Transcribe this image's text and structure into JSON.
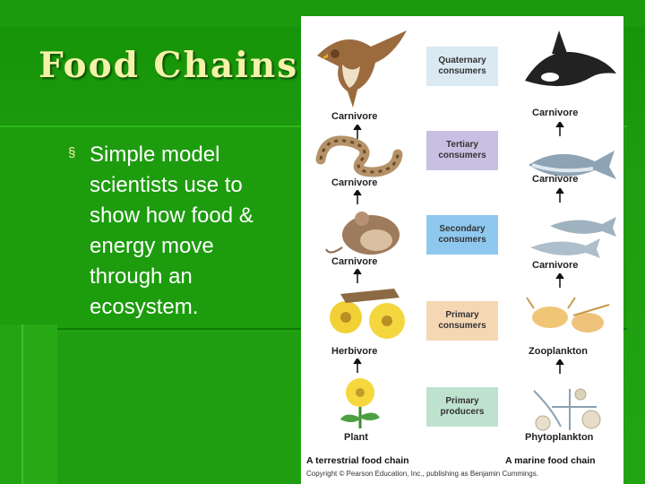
{
  "slide": {
    "title": "Food Chains",
    "bullet": "Simple model scientists use to show how food & energy move through an ecosystem."
  },
  "figure": {
    "levels": [
      {
        "label": "Quaternary consumers",
        "color": "#dbe9f3"
      },
      {
        "label": "Tertiary consumers",
        "color": "#c9bfe2"
      },
      {
        "label": "Secondary consumers",
        "color": "#8fc8ef"
      },
      {
        "label": "Primary consumers",
        "color": "#f6d7b4"
      },
      {
        "label": "Primary producers",
        "color": "#bfe2cf"
      }
    ],
    "terrestrial": {
      "labels": [
        "Carnivore",
        "Carnivore",
        "Carnivore",
        "Herbivore",
        "Plant"
      ],
      "caption": "A terrestrial food chain",
      "organisms": [
        "hawk",
        "snake",
        "mouse",
        "grasshopper",
        "flower"
      ]
    },
    "marine": {
      "labels": [
        "Carnivore",
        "Carnivore",
        "Carnivore",
        "Zooplankton",
        "Phytoplankton"
      ],
      "caption": "A marine food chain",
      "organisms": [
        "orca",
        "tuna",
        "small-fish",
        "zooplankton",
        "phytoplankton"
      ]
    },
    "copyright": "Copyright © Pearson Education, Inc., publishing as Benjamin Cummings."
  },
  "colors": {
    "title": "#f4f2a8",
    "background": "#1f9a10"
  }
}
